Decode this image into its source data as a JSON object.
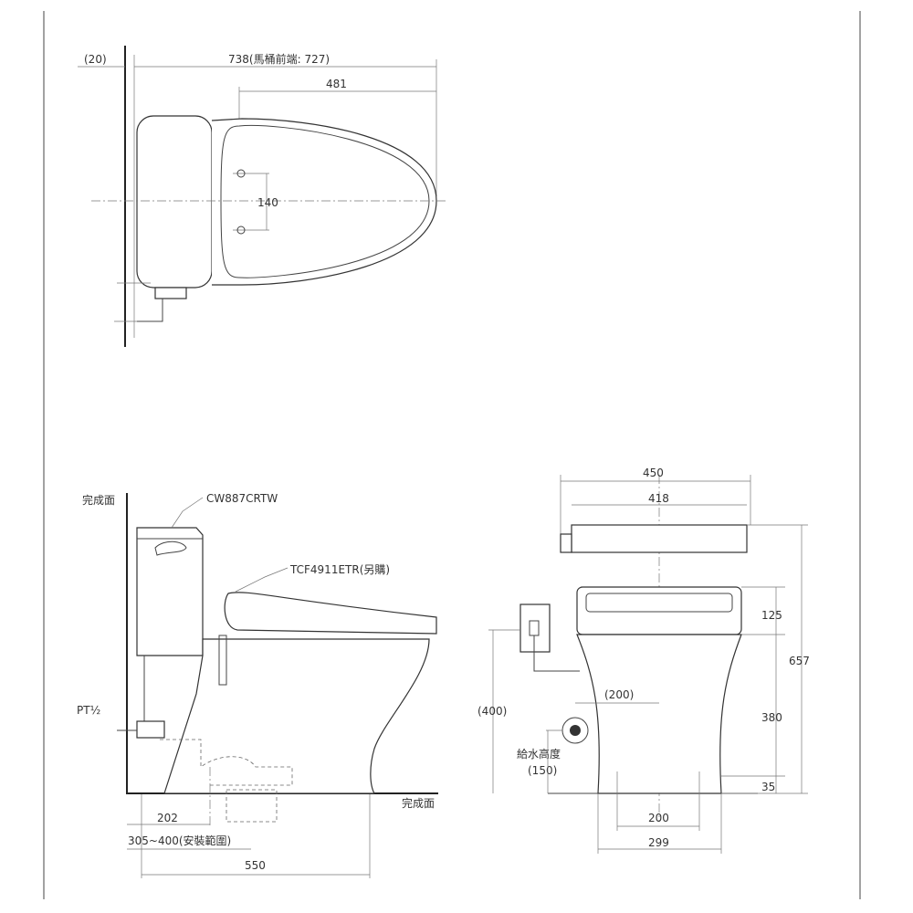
{
  "top_view": {
    "dim_offset": "(20)",
    "dim_overall": "738(馬桶前端: 727)",
    "dim_seat": "481",
    "dim_bolt": "140"
  },
  "side_view": {
    "floor_wall_label": "完成面",
    "tank_model": "CW887CRTW",
    "seat_model": "TCF4911ETR(另購)",
    "pipe_label": "PT½",
    "floor_label": "完成面",
    "dim_drain": "202",
    "dim_range": "305~400(安裝範圍)",
    "dim_depth": "550"
  },
  "front_view": {
    "dim_width": "450",
    "dim_tank_width": "418",
    "dim_seat_height": "125",
    "dim_total_height": "657",
    "dim_rim_height": "380",
    "dim_supply_offset": "(200)",
    "dim_supply_box": "(400)",
    "supply_height_label": "給水高度",
    "dim_supply_height": "(150)",
    "dim_foot": "35",
    "dim_bolt_spacing": "200",
    "dim_base": "299"
  }
}
